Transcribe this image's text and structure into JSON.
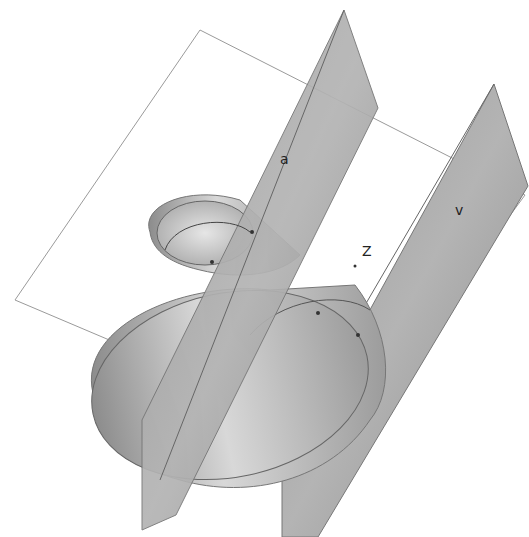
{
  "diagram": {
    "labels": [
      "a",
      "Z",
      "v"
    ]
  }
}
